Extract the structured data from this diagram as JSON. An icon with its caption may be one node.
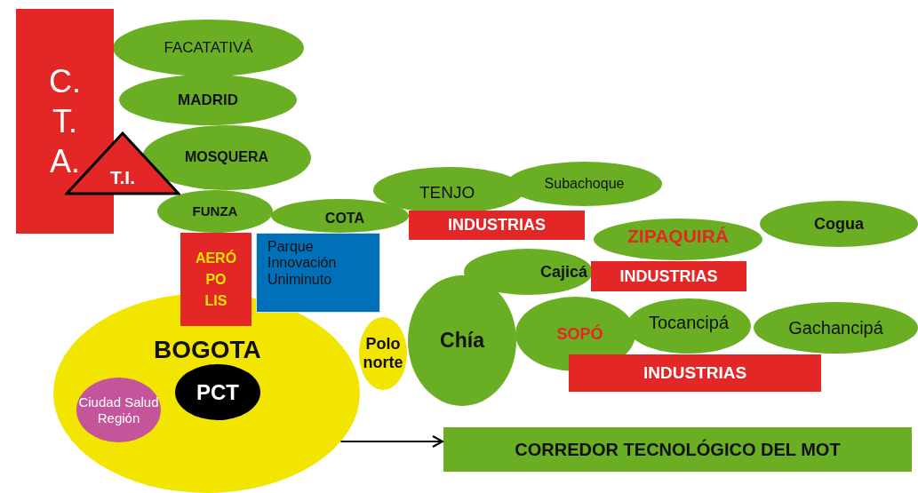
{
  "diagram": {
    "nodes": [
      {
        "text": [
          "C. T. A."
        ]
      },
      {
        "text": [
          "FACATATIVÁ"
        ]
      },
      {
        "text": [
          "MADRID"
        ]
      },
      {
        "text": [
          "MOSQUERA"
        ]
      },
      {
        "text": [
          "T.I."
        ]
      },
      {
        "text": [
          "FUNZA"
        ]
      },
      {
        "text": [
          "TENJO"
        ]
      },
      {
        "text": [
          "Subachoque"
        ]
      },
      {
        "text": [
          "COTA"
        ]
      },
      {
        "text": [
          "INDUSTRIAS"
        ]
      },
      {
        "text": [
          "Cogua"
        ]
      },
      {
        "text": [
          "ZIPAQUIRÁ"
        ]
      },
      {
        "text": [
          "Cajicá"
        ]
      },
      {
        "text": [
          "INDUSTRIAS"
        ]
      },
      {
        "text": [
          "AERÓ PO LIS"
        ]
      },
      {
        "text": [
          "Parque Innovación Uniminuto"
        ]
      },
      {
        "text": [
          "Polo norte"
        ]
      },
      {
        "text": [
          "BOGOTA"
        ]
      },
      {
        "text": [
          "PCT"
        ],
        "in": 17
      },
      {
        "text": [
          "Ciudad Salud Región"
        ],
        "in": 17
      },
      {
        "text": [
          "Chía"
        ]
      },
      {
        "text": [
          "SOPÓ"
        ]
      },
      {
        "text": [
          "Tocancipá"
        ]
      },
      {
        "text": [
          "Gachancipá"
        ]
      },
      {
        "text": [
          "INDUSTRIAS"
        ]
      },
      {
        "text": [
          "CORREDOR TECNOLÓGICO DEL MOT"
        ]
      }
    ],
    "edges": [
      {
        "from": 17,
        "to": 25,
        "arrow": "to"
      }
    ]
  }
}
